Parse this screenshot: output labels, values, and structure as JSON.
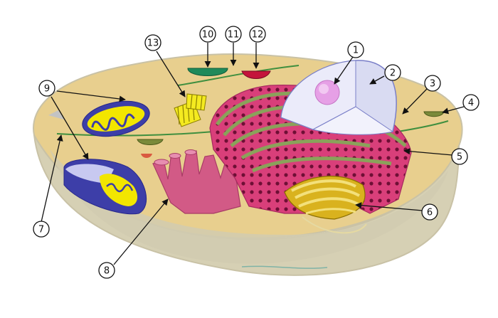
{
  "diagram": {
    "callouts": [
      {
        "id": "1",
        "label": "1"
      },
      {
        "id": "2",
        "label": "2"
      },
      {
        "id": "3",
        "label": "3"
      },
      {
        "id": "4",
        "label": "4"
      },
      {
        "id": "5",
        "label": "5"
      },
      {
        "id": "6",
        "label": "6"
      },
      {
        "id": "7",
        "label": "7"
      },
      {
        "id": "8",
        "label": "8"
      },
      {
        "id": "9",
        "label": "9"
      },
      {
        "id": "10",
        "label": "10"
      },
      {
        "id": "11",
        "label": "11"
      },
      {
        "id": "12",
        "label": "12"
      },
      {
        "id": "13",
        "label": "13"
      }
    ],
    "colors": {
      "cytoplasm": "#e8cf8e",
      "cell_lower": "#d6d0b4",
      "membrane_edge": "#c9c2a6",
      "nucleus": "#e4e4f7",
      "nucleolus": "#e6a0e6",
      "rough_er": "#d93f7a",
      "er_lumen": "#8aa25a",
      "golgi": "#d9b21e",
      "mitochondrion": "#3d3ea8",
      "cristae": "#f2e600",
      "vesicle_green": "#1f8a5a",
      "vesicle_red": "#c4143b",
      "microtubule": "#3f8f3f",
      "centrosome": "#f4ea20"
    }
  }
}
